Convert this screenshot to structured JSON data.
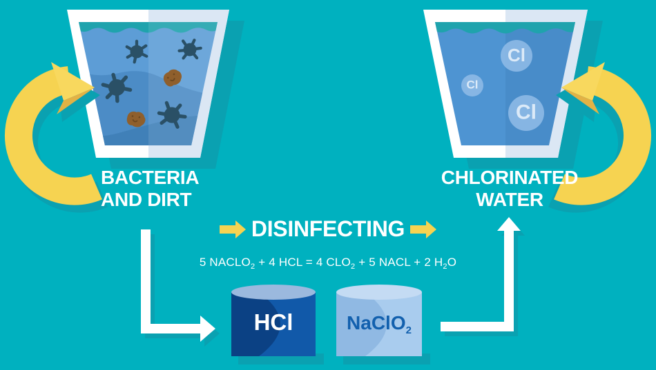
{
  "colors": {
    "background": "#00b1bf",
    "shadow_teal": "#0aa1b1",
    "arrow_yellow": "#f6d351",
    "arrow_yellow_light": "#f8d85e",
    "arrow_yellow_dark": "#e2b245",
    "flow_arrow_white": "#ffffff",
    "glass_rim": "#ffffff",
    "glass_rim_tint": "#dbe7f4",
    "water_surface_teal": "#1fa3ad",
    "dirty_water_light": "#5d9dd6",
    "dirty_water_mid": "#4c8cc6",
    "dirty_water_deep": "#4080b8",
    "clean_water": "#4e94d2",
    "bacteria": "#2a5066",
    "dirt": "#8f5f2c",
    "hcl_body": "#1159a9",
    "hcl_shade": "#0b4184",
    "hcl_top": "#9bb9de",
    "naclo2_body": "#a9ccee",
    "naclo2_shade": "#90b9e3",
    "naclo2_top": "#c4dbf3",
    "chem_text_blue": "#1260ae",
    "cl_circle": "#8cb8e5",
    "cl_text": "#dceaf8"
  },
  "left_glass": {
    "label_line1": "BACTERIA",
    "label_line2": "AND DIRT"
  },
  "right_glass": {
    "label_line1": "CHLORINATED",
    "label_line2": "WATER",
    "cl_circles": [
      {
        "label": "Cl"
      },
      {
        "label": "Cl"
      },
      {
        "label": "Cl"
      }
    ]
  },
  "process": {
    "title": "DISINFECTING",
    "equation": {
      "p1": "5 NACLO",
      "s1": "2",
      "p2": " + 4 HCL = 4 CLO",
      "s2": "2",
      "p3": " + 5 NACL + 2 H",
      "s3": "2",
      "p4": "O"
    }
  },
  "chemicals": {
    "hcl": {
      "label": "HCl"
    },
    "naclo2": {
      "label_main": "NaClO",
      "label_sub": "2"
    }
  }
}
